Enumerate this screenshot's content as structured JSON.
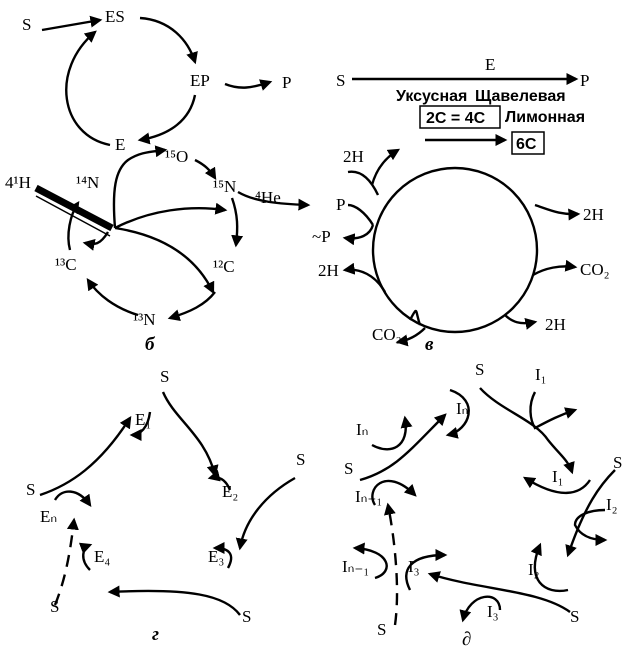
{
  "panel_a": {
    "s": "S",
    "es": "ES",
    "ep": "EP",
    "p": "P",
    "e": "E"
  },
  "panel_a2": {
    "s": "S",
    "e": "E",
    "p": "P"
  },
  "panel_b": {
    "label": "б",
    "h": "4¹H",
    "n14": "¹⁴N",
    "o15": "¹⁵O",
    "n15": "¹⁵N",
    "he": "⁴He",
    "c13": "¹³C",
    "c12": "¹²C",
    "n13": "¹³N"
  },
  "panel_v": {
    "label": "в",
    "acetic": "Уксусная",
    "oxaloacetic": "Щавелевая",
    "eq": "2C = 4C",
    "citric": "Лимонная",
    "c6": "6C",
    "h2_1": "2H",
    "p": "P",
    "tp": "~P",
    "h2_2": "2H",
    "co2_1": "CO₂",
    "h2_3": "2H",
    "co2_2": "CO₂",
    "h2_4": "2H"
  },
  "panel_g": {
    "label": "г",
    "s1": "S",
    "e1": "E₁",
    "e2": "E₂",
    "s2": "S",
    "s3": "S",
    "en": "Eₙ",
    "e4": "E₄",
    "e3": "E₃",
    "s4": "S",
    "s5": "S"
  },
  "panel_d": {
    "label": "∂",
    "s1": "S",
    "i1a": "I₁",
    "in_a": "Iₙ",
    "in_b": "Iₙ",
    "s2": "S",
    "i1b": "I₁",
    "s3": "S",
    "i2a": "I₂",
    "in1a": "Iₙ₋₁",
    "in1b": "Iₙ₋₁",
    "i3a": "I₃",
    "i2b": "I₂",
    "i3b": "I₃",
    "s4": "S",
    "s5": "S"
  }
}
